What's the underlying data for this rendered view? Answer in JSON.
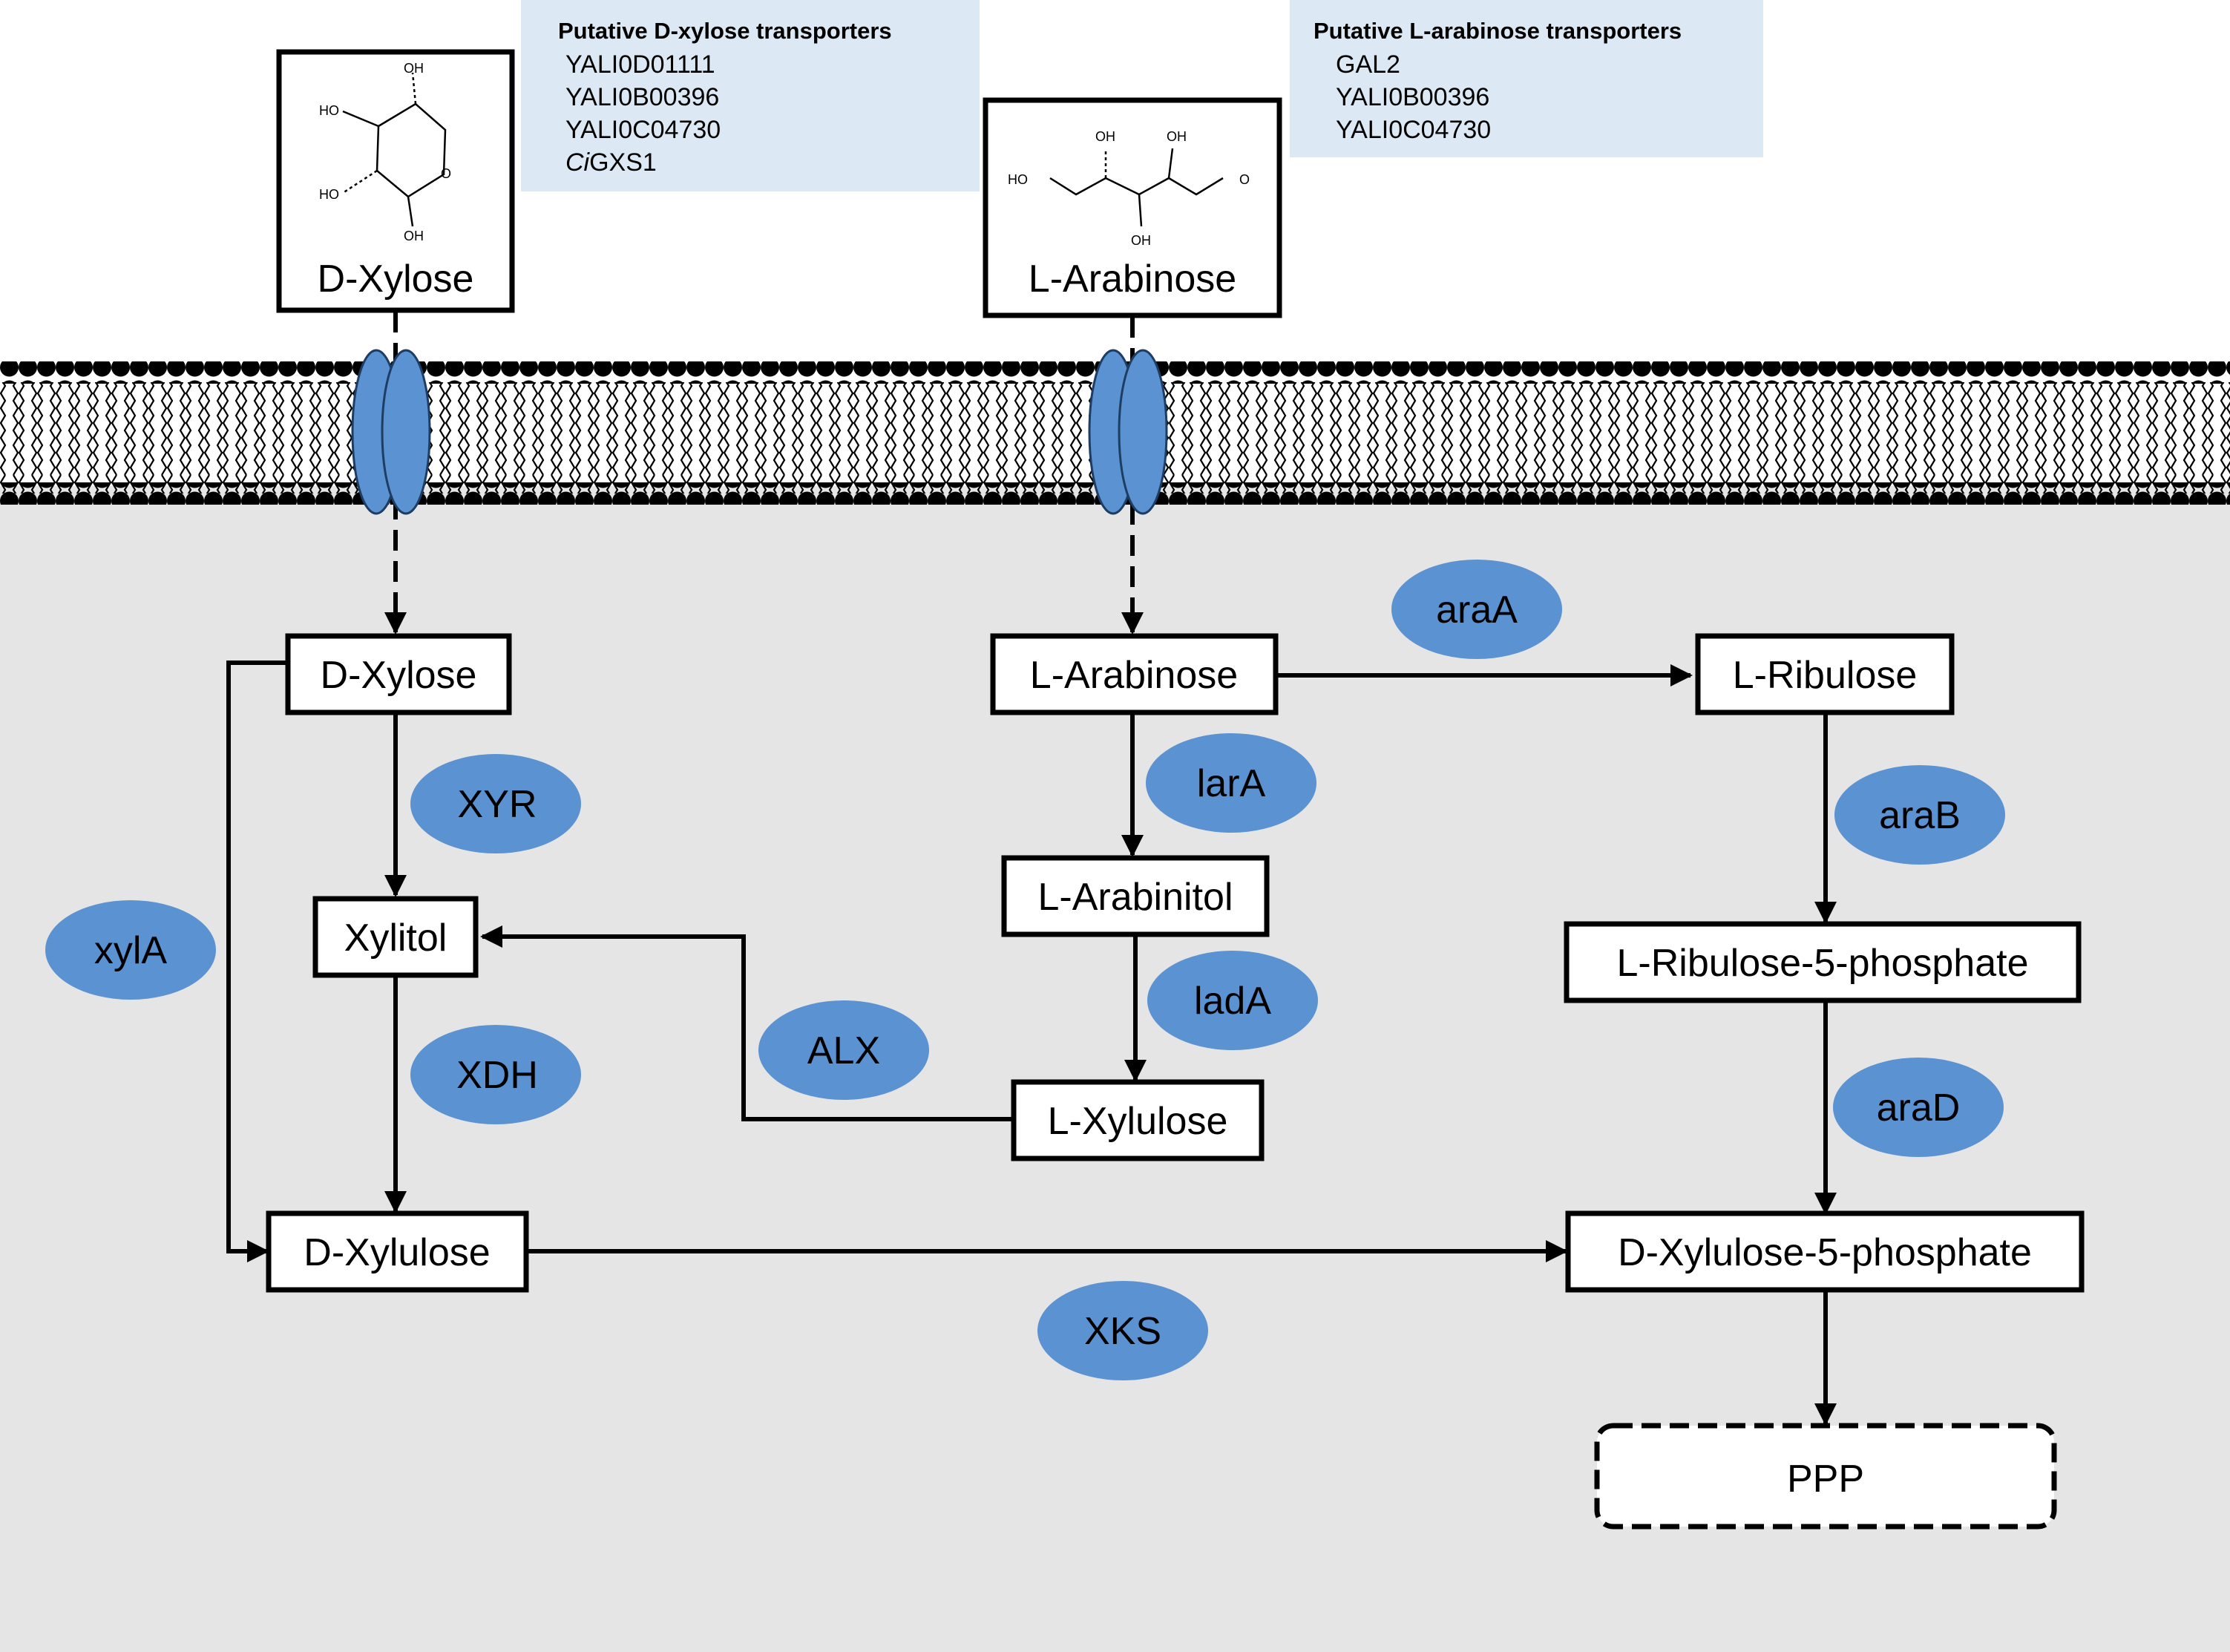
{
  "colors": {
    "cytoplasm": "#e5e5e5",
    "enzyme": "#5b92d2",
    "transporter": "#5b92d2",
    "info_panel": "#dce9f4",
    "line": "#000000"
  },
  "transporter_panels": {
    "xylose": {
      "title": "Putative D-xylose transporters",
      "items": [
        "YALI0D01111",
        "YALI0B00396",
        "YALI0C04730"
      ],
      "last_item_italic": "Ci",
      "last_item_rest": "GXS1"
    },
    "arabinose": {
      "title": "Putative L-arabinose transporters",
      "items": [
        "GAL2",
        "YALI0B00396",
        "YALI0C04730"
      ]
    }
  },
  "structures": {
    "xylose": {
      "label": "D-Xylose",
      "atoms": {
        "oh1": "OH",
        "oh2": "HO",
        "oh3": "HO",
        "oh4": "OH",
        "o": "O"
      }
    },
    "arabinose": {
      "label": "L-Arabinose",
      "atoms": {
        "oh1": "OH",
        "oh2": "OH",
        "oh3": "OH",
        "ho": "HO",
        "o": "O"
      }
    }
  },
  "nodes": {
    "d_xylose": "D-Xylose",
    "xylitol": "Xylitol",
    "d_xylulose": "D-Xylulose",
    "l_arabinose": "L-Arabinose",
    "l_arabinitol": "L-Arabinitol",
    "l_xylulose": "L-Xylulose",
    "l_ribulose": "L-Ribulose",
    "l_ribulose_5p": "L-Ribulose-5-phosphate",
    "d_xylulose_5p": "D-Xylulose-5-phosphate",
    "ppp": "PPP"
  },
  "enzymes": {
    "xyr": "XYR",
    "xdh": "XDH",
    "xyla": "xylA",
    "alx": "ALX",
    "lara": "larA",
    "lada": "ladA",
    "araa": "araA",
    "arab": "araB",
    "arad": "araD",
    "xks": "XKS"
  }
}
